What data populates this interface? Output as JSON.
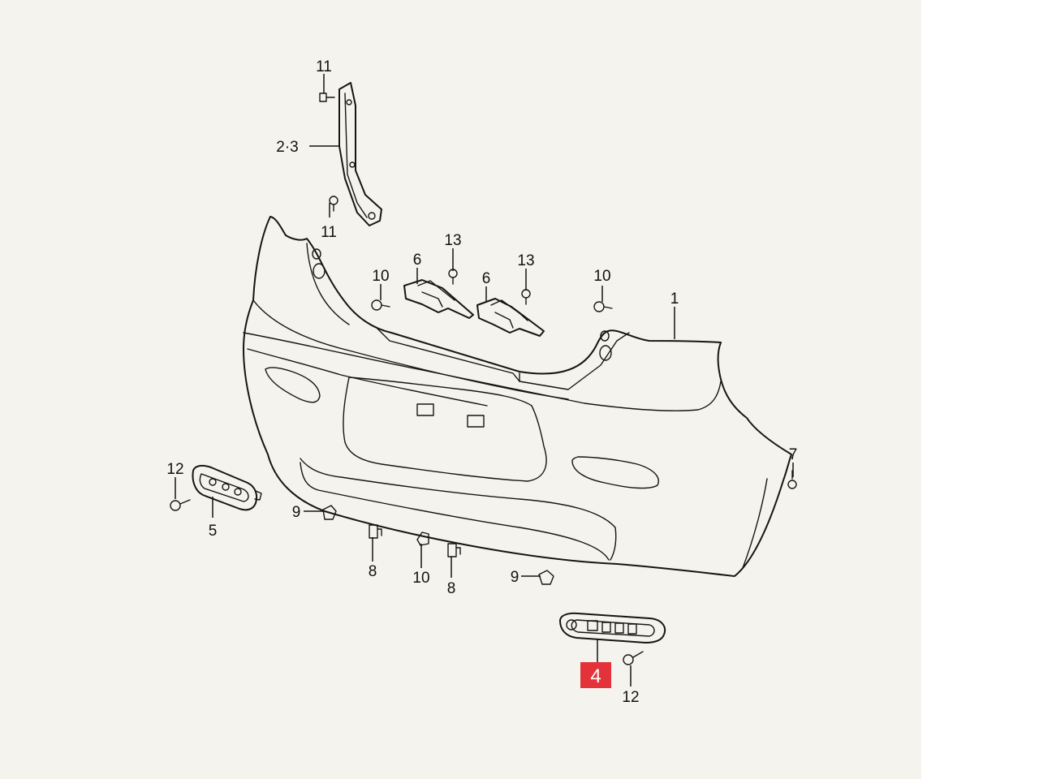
{
  "diagram": {
    "callouts": {
      "c11_top": "11",
      "c23": "2·3",
      "c11_mid": "11",
      "c13_left": "13",
      "c13_right": "13",
      "c6_left": "6",
      "c6_right": "6",
      "c10_left": "10",
      "c10_right": "10",
      "c1": "1",
      "c7": "7",
      "c12_left": "12",
      "c5": "5",
      "c9_left": "9",
      "c8_left": "8",
      "c10_bottom": "10",
      "c8_right": "8",
      "c9_right": "9",
      "c4": "4",
      "c12_right": "12"
    },
    "highlight_color": "#e3323a"
  }
}
